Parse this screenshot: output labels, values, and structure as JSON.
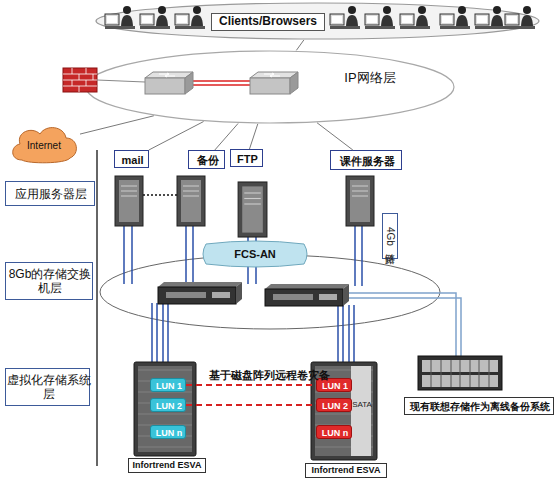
{
  "diagram": {
    "nodes": [
      {
        "text": [
          "Clients/Browsers"
        ]
      },
      {
        "text": [
          "IP网络层"
        ]
      },
      {
        "text": [
          "Internet"
        ]
      },
      {
        "text": [
          "mail"
        ]
      },
      {
        "text": [
          "备份"
        ]
      },
      {
        "text": [
          "FTP"
        ]
      },
      {
        "text": [
          "课件服务器"
        ]
      },
      {
        "text": [
          "应用服务器层"
        ]
      },
      {
        "text": [
          "FCS-AN"
        ]
      },
      {
        "text": [
          "8Gb的存储交换机层"
        ]
      },
      {
        "text": [
          "虚拟化存储系统层"
        ]
      },
      {
        "text": [
          "Infortrend ESVA"
        ]
      },
      {
        "text": [
          "LUN 1"
        ],
        "in": 11
      },
      {
        "text": [
          "LUN 2"
        ],
        "in": 11
      },
      {
        "text": [
          "LUN n"
        ],
        "in": 11
      },
      {
        "text": [
          "Infortrend ESVA"
        ]
      },
      {
        "text": [
          "LUN 1"
        ],
        "in": 15
      },
      {
        "text": [
          "LUN 2"
        ],
        "in": 15
      },
      {
        "text": [
          "LUN n"
        ],
        "in": 15
      },
      {
        "text": [
          "现有联想存储作为离线备份系统"
        ]
      }
    ],
    "edges": [
      {
        "from": 0,
        "to": 1,
        "arrow": "none"
      },
      {
        "from": 1,
        "to": 2,
        "arrow": "none"
      },
      {
        "from": 1,
        "to": 3,
        "arrow": "none"
      },
      {
        "from": 1,
        "to": 4,
        "arrow": "none"
      },
      {
        "from": 1,
        "to": 5,
        "arrow": "none"
      },
      {
        "from": 1,
        "to": 6,
        "arrow": "none"
      },
      {
        "from": 12,
        "to": 16,
        "label": "基于磁盘阵列远程卷灾备",
        "arrow": "none"
      },
      {
        "from": 13,
        "to": 17,
        "arrow": "none"
      }
    ],
    "labels": [
      "4Gb链路",
      "SATA"
    ]
  }
}
